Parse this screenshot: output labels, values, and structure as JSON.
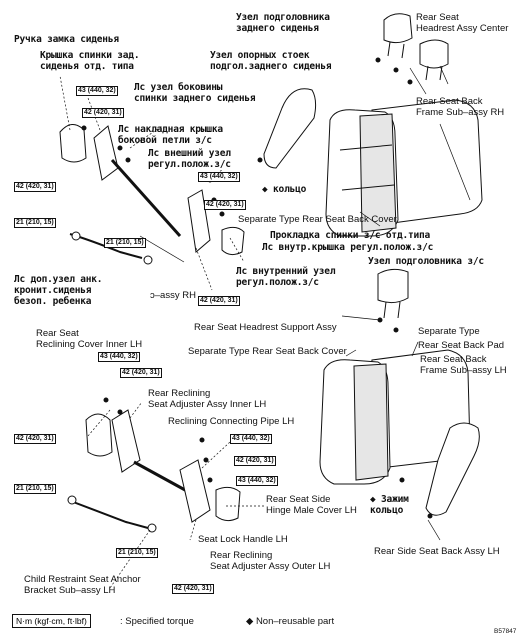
{
  "upper_labels": {
    "seat_lock_handle_ru": "Ручка замка сиденья",
    "rear_back_cover_ru": "Крышка спинки зад.\nсиденья отд. типа",
    "headrest_assy_ru": "Узел подголовника\nзаднего сиденья",
    "headrest_support_ru": "Узел опорных стоек\nподгол.заднего сиденья",
    "side_back_assy_ru": "Лс узел боковины\nспинки заднего сиденья",
    "hinge_cover_ru": "Лс накладная крышка\nбоковой петли з/с",
    "adjuster_outer_ru": "Лс внешний узел\nрегул.полож.з/с",
    "ring_ru": "◆ кольцо",
    "back_pad_ru": "Прокладка спинки з/с отд.типа",
    "recl_cover_inner_ru": "Лс внутр.крышка регул.полож.з/с",
    "adjuster_inner_ru": "Лс внутренний узел\nрегул.полож.з/с",
    "anchor_bracket_ru": "Лс доп.узел анк.\nкронит.сиденья\nбезоп. ребенка",
    "headrest_rh_ru": "Узел подголовника з/с",
    "headrest_center": "Rear Seat\nHeadrest Assy Center",
    "frame_rh": "Rear Seat Back\nFrame Sub–assy RH",
    "back_cover_sep": "Separate Type Rear Seat Back Cover",
    "assy_rh_tail": "ɔ–assy RH"
  },
  "lower_labels": {
    "recl_cover_inner_lh": "Rear Seat\nReclining Cover Inner LH",
    "headrest_support": "Rear Seat Headrest Support Assy",
    "separate_type": "Separate Type",
    "back_pad": "Rear Seat Back Pad",
    "frame_lh": "Rear Seat Back\nFrame Sub–assy LH",
    "back_cover_sep_2": "Separate Type Rear Seat Back Cover",
    "adjuster_inner_lh": "Rear Reclining\nSeat Adjuster Assy Inner LH",
    "connecting_pipe": "Reclining Connecting Pipe LH",
    "hinge_cover_lh": "Rear Seat Side\nHinge Male Cover LH",
    "clip_ring_ru": "◆ Зажим\nкольцо",
    "lock_handle_lh": "Seat Lock Handle LH",
    "adjuster_outer_lh": "Rear Reclining\nSeat Adjuster Assy Outer LH",
    "side_back_lh": "Rear Side Seat Back Assy LH",
    "anchor_bracket_lh": "Child Restraint Seat Anchor\nBracket Sub–assy LH"
  },
  "torques": {
    "t43": "43 (440, 32)",
    "t42": "42 (420, 31)",
    "t21": "21 (210, 15)"
  },
  "legend": {
    "unit_box": "N·m (kgf·cm, ft·lbf)",
    "unit_text": ": Specified torque",
    "nonreuse": "◆ Non–reusable part",
    "code": "B57847"
  },
  "colors": {
    "line": "#111111",
    "shade": "#d9d9d9"
  }
}
